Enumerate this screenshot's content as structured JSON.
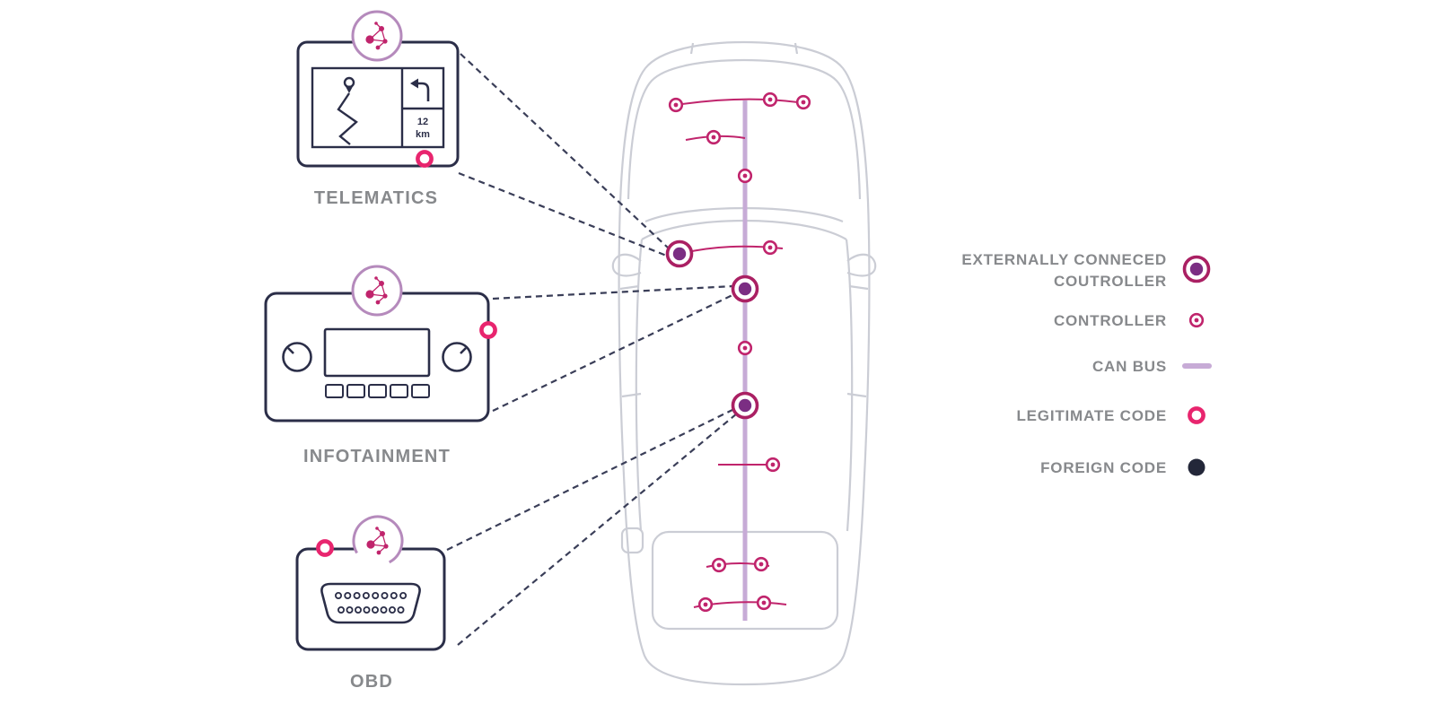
{
  "devices": [
    {
      "id": "telematics",
      "label": "TELEMATICS"
    },
    {
      "id": "infotainment",
      "label": "INFOTAINMENT"
    },
    {
      "id": "obd",
      "label": "OBD"
    }
  ],
  "telematics_screen": {
    "distance_value": "12",
    "distance_unit": "km"
  },
  "legend": {
    "items": [
      {
        "id": "externally-connected-controller",
        "label_line1": "EXTERNALLY CONNECED",
        "label_line2": "COUTROLLER"
      },
      {
        "id": "controller",
        "label": "CONTROLLER"
      },
      {
        "id": "can-bus",
        "label": "CAN BUS"
      },
      {
        "id": "legitimate-code",
        "label": "LEGITIMATE CODE"
      },
      {
        "id": "foreign-code",
        "label": "FOREIGN CODE"
      }
    ]
  },
  "colors": {
    "magenta": "#c0246c",
    "legitimate_code_pink": "#e8256e",
    "controller_ring": "#aa2063",
    "controller_fill_purple": "#7b2e83",
    "can_bus_lavender": "#c7abd6",
    "navy": "#2b2e48",
    "label_gray": "#87898c",
    "car_outline_gray": "#cbcdd5",
    "network_icon_ring": "#b58abc"
  }
}
